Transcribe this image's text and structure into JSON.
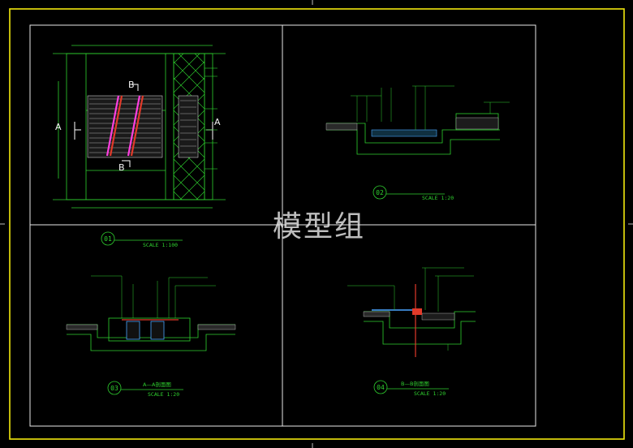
{
  "colors": {
    "background": "#000000",
    "sheet_border": "#f3e80e",
    "frame": "#e8e8e8",
    "linework": "#2fd12f",
    "text": "#f2f2f2",
    "accent_magenta": "#ff3fe0",
    "accent_red": "#e23a2a",
    "accent_blue": "#4aa6ff"
  },
  "watermark": "模型组",
  "drawings": [
    {
      "number": "01",
      "scale": "SCALE 1:100"
    },
    {
      "number": "02",
      "scale": "SCALE 1:20"
    },
    {
      "number": "03",
      "title": "A—A剖面图",
      "scale": "SCALE 1:20"
    },
    {
      "number": "04",
      "title": "B—B剖面图",
      "scale": "SCALE 1:20"
    }
  ],
  "plan_markers": {
    "section_a": "A",
    "section_b": "B"
  }
}
